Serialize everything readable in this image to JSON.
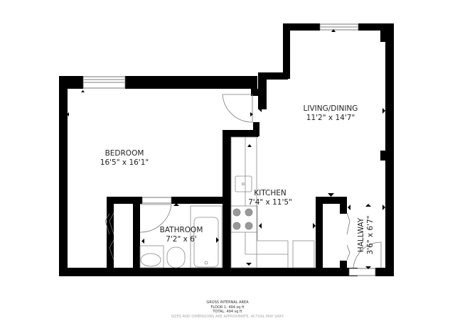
{
  "rooms": [
    {
      "id": "bedroom",
      "name": "BEDROOM",
      "dims": "16'5\" x 16'1\""
    },
    {
      "id": "living",
      "name": "LIVING/DINING",
      "dims": "11'2\" x 14'7\""
    },
    {
      "id": "kitchen",
      "name": "KITCHEN",
      "dims": "7'4\" x 11'5\""
    },
    {
      "id": "bathroom",
      "name": "BATHROOM",
      "dims": "7'2\" x 6'"
    },
    {
      "id": "hallway",
      "name": "HALLWAY",
      "dims": "3'6\" x 6'7\""
    }
  ],
  "footer": {
    "title": "GROSS INTERNAL AREA",
    "floor": "FLOOR 1: 494 sq ft",
    "total": "TOTAL: 494 sq ft",
    "disclaimer": "SIZES AND DIMENSIONS ARE APPROXIMATE, ACTUAL MAY VARY."
  },
  "colors": {
    "wall": "#000000",
    "fixture": "#777777",
    "background": "#ffffff"
  }
}
